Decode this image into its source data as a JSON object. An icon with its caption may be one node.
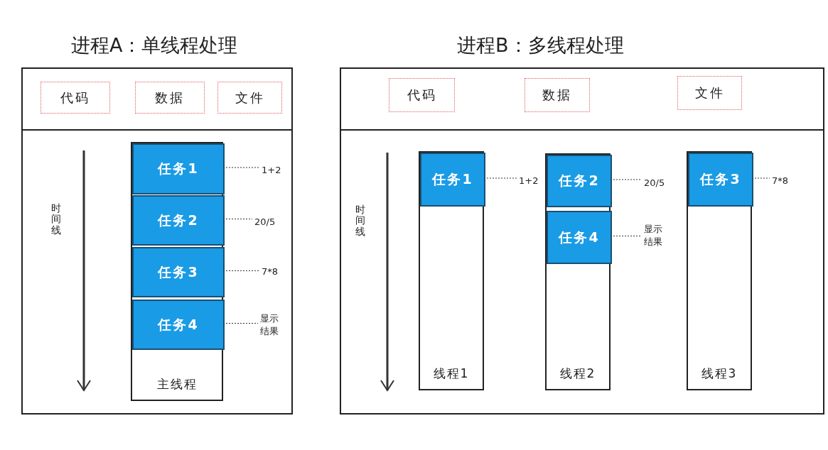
{
  "diagram": {
    "nodes": [
      {
        "text": [
          "进程A：单线程处理"
        ]
      },
      {
        "text": [
          "代码"
        ],
        "in": 0
      },
      {
        "text": [
          "数据"
        ],
        "in": 0
      },
      {
        "text": [
          "文件"
        ],
        "in": 0
      },
      {
        "text": [
          "主线程"
        ],
        "in": 0
      },
      {
        "text": [
          "任务1"
        ],
        "in": 4
      },
      {
        "text": [
          "任务2"
        ],
        "in": 4
      },
      {
        "text": [
          "任务3"
        ],
        "in": 4
      },
      {
        "text": [
          "任务4"
        ],
        "in": 4
      },
      {
        "text": [
          "1+2"
        ],
        "in": 0
      },
      {
        "text": [
          "20/5"
        ],
        "in": 0
      },
      {
        "text": [
          "7*8"
        ],
        "in": 0
      },
      {
        "text": [
          "显示结果"
        ],
        "in": 0
      },
      {
        "text": [
          "进程B：多线程处理"
        ]
      },
      {
        "text": [
          "代码"
        ],
        "in": 13
      },
      {
        "text": [
          "数据"
        ],
        "in": 13
      },
      {
        "text": [
          "文件"
        ],
        "in": 13
      },
      {
        "text": [
          "线程1"
        ],
        "in": 13
      },
      {
        "text": [
          "任务1"
        ],
        "in": 17
      },
      {
        "text": [
          "线程2"
        ],
        "in": 13
      },
      {
        "text": [
          "任务2"
        ],
        "in": 19
      },
      {
        "text": [
          "任务4"
        ],
        "in": 19
      },
      {
        "text": [
          "线程3"
        ],
        "in": 13
      },
      {
        "text": [
          "任务3"
        ],
        "in": 22
      },
      {
        "text": [
          "1+2"
        ],
        "in": 13
      },
      {
        "text": [
          "20/5"
        ],
        "in": 13
      },
      {
        "text": [
          "显示结果"
        ],
        "in": 13
      },
      {
        "text": [
          "7*8"
        ],
        "in": 13
      }
    ],
    "edges": [
      {
        "from": 5,
        "to": 9,
        "arrow": "none",
        "style": "dashed"
      },
      {
        "from": 6,
        "to": 10,
        "arrow": "none",
        "style": "dashed"
      },
      {
        "from": 7,
        "to": 11,
        "arrow": "none",
        "style": "dashed"
      },
      {
        "from": 8,
        "to": 12,
        "arrow": "none",
        "style": "dashed"
      },
      {
        "from": 18,
        "to": 24,
        "arrow": "none",
        "style": "dashed"
      },
      {
        "from": 20,
        "to": 25,
        "arrow": "none",
        "style": "dashed"
      },
      {
        "from": 21,
        "to": 26,
        "arrow": "none",
        "style": "dashed"
      },
      {
        "from": 23,
        "to": 27,
        "arrow": "none",
        "style": "dashed"
      }
    ],
    "labels": [
      "时间线",
      "时间线"
    ]
  }
}
